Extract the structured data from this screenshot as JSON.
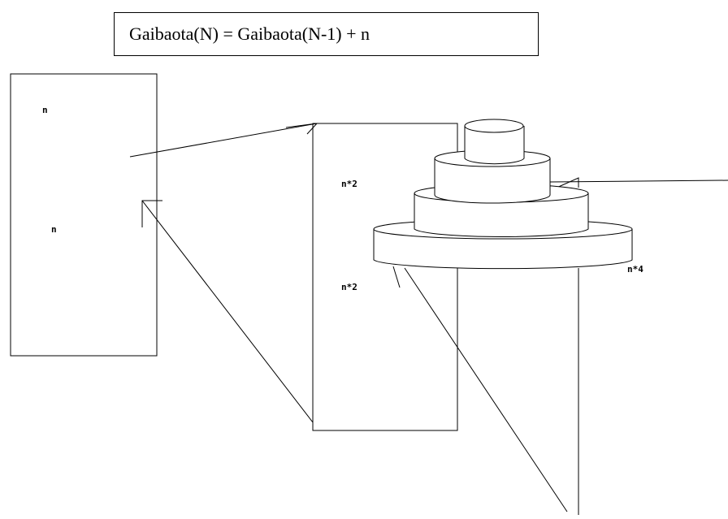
{
  "formula": "Gaibaota(N) = Gaibaota(N-1) + n",
  "labels": {
    "left_top": "n",
    "left_mid": "n",
    "mid_top": "n*2",
    "mid_mid": "n*2",
    "right": "n*4"
  },
  "colors": {
    "stroke": "#000000",
    "background": "#ffffff"
  }
}
